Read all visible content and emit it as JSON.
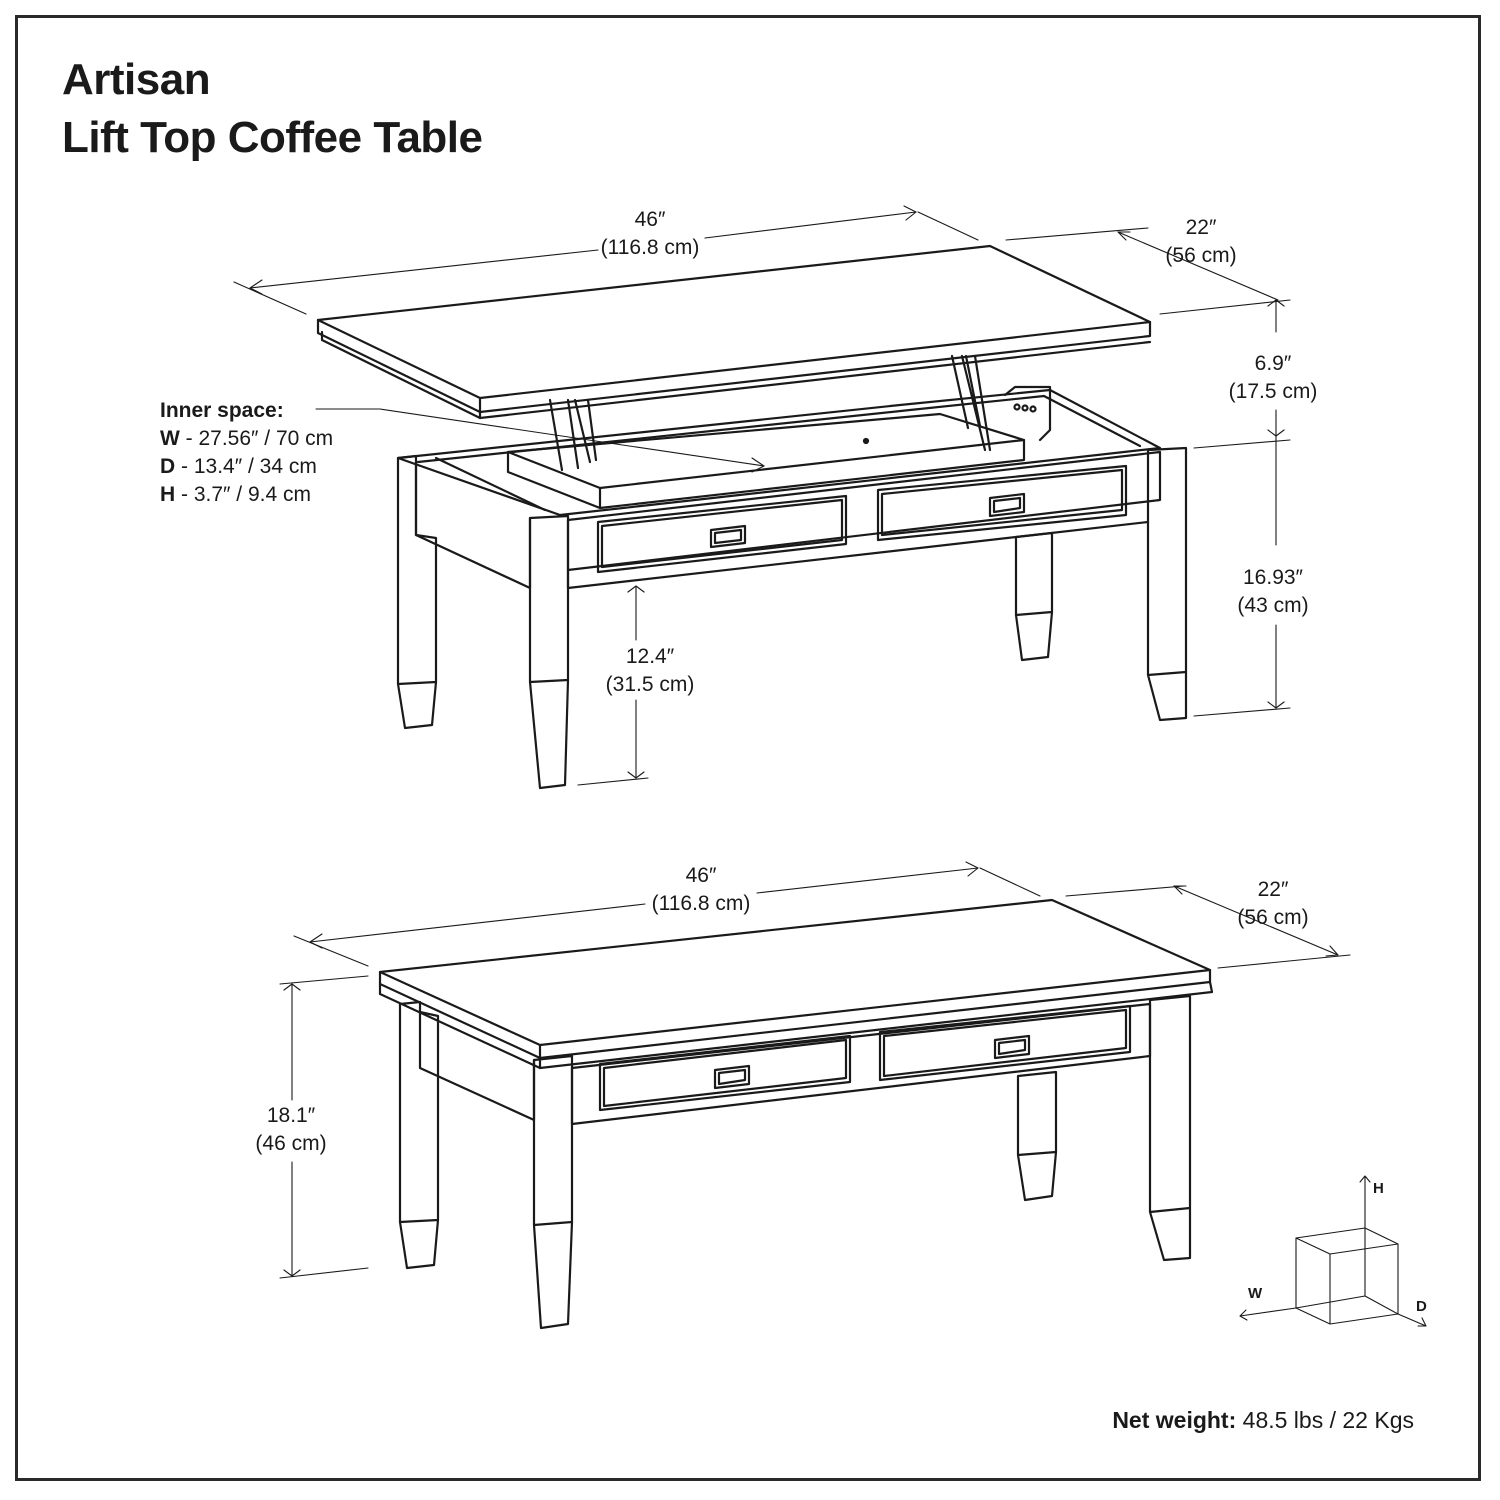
{
  "title": {
    "line1": "Artisan",
    "line2": "Lift Top Coffee Table"
  },
  "lift_top_view": {
    "width": {
      "imperial": "46″",
      "metric": "(116.8 cm)"
    },
    "depth": {
      "imperial": "22″",
      "metric": "(56 cm)"
    },
    "lift": {
      "imperial": "6.9″",
      "metric": "(17.5 cm)"
    },
    "height": {
      "imperial": "16.93″",
      "metric": "(43 cm)"
    },
    "clearance": {
      "imperial": "12.4″",
      "metric": "(31.5 cm)"
    },
    "inner_space": {
      "label": "Inner space:",
      "rows": [
        {
          "key": "W",
          "value": " - 27.56″ / 70 cm"
        },
        {
          "key": "D",
          "value": " - 13.4″ / 34 cm"
        },
        {
          "key": "H",
          "value": " - 3.7″ / 9.4 cm"
        }
      ]
    }
  },
  "closed_view": {
    "width": {
      "imperial": "46″",
      "metric": "(116.8 cm)"
    },
    "depth": {
      "imperial": "22″",
      "metric": "(56 cm)"
    },
    "height": {
      "imperial": "18.1″",
      "metric": "(46 cm)"
    }
  },
  "axes_legend": {
    "h": "H",
    "w": "W",
    "d": "D"
  },
  "net_weight": {
    "label": "Net weight:",
    "value": " 48.5 lbs / 22 Kgs"
  }
}
